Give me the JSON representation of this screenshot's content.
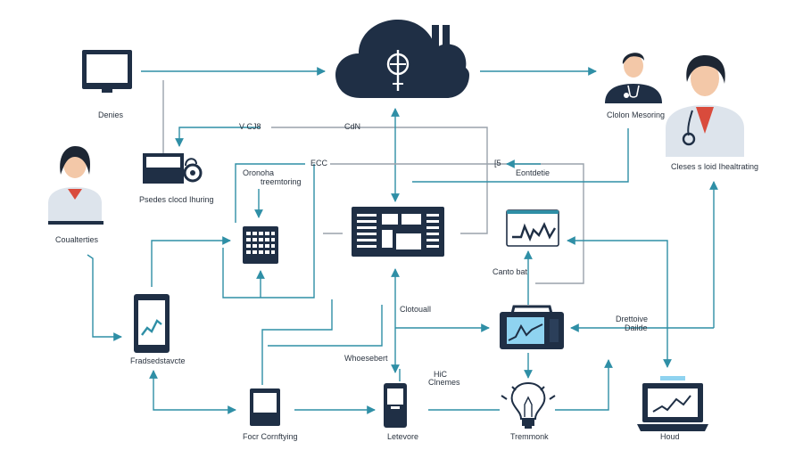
{
  "colors": {
    "navy": "#1f2f45",
    "teal": "#2f8fa6",
    "gray": "#9aa2ac",
    "skin": "#f3c8a8",
    "hair": "#1d2633",
    "coat": "#dde4ec",
    "red": "#d94b3c",
    "screen": "#8fd3f0"
  },
  "nodes": {
    "devices": {
      "label": "Denies",
      "icon": "desktop-monitor-icon"
    },
    "cloud": {
      "label": "",
      "icon": "cloud-server-icon"
    },
    "doctor_1": {
      "label": "Clolon Mesoring",
      "icon": "doctor-stethoscope-icon"
    },
    "doctor_2": {
      "label": "Cleses s loid Ihealtrating",
      "icon": "female-doctor-icon"
    },
    "printer": {
      "label": "Psedes clocd Ihuring",
      "icon": "printer-icon"
    },
    "nurse": {
      "label": "Coualterties",
      "icon": "nurse-icon"
    },
    "keypad": {
      "label": "",
      "icon": "keypad-icon"
    },
    "hub": {
      "label": "",
      "icon": "data-hub-icon"
    },
    "monitor": {
      "label": "",
      "icon": "vital-monitor-icon"
    },
    "tablet": {
      "label": "Fradsedstavcte",
      "icon": "tablet-chart-icon"
    },
    "vitals": {
      "label": "",
      "icon": "patient-monitor-icon"
    },
    "smallpad": {
      "label": "Focr Cornftying",
      "icon": "small-tablet-icon"
    },
    "phone": {
      "label": "Letevore",
      "icon": "smartphone-icon"
    },
    "bulb": {
      "label": "Tremmonk",
      "icon": "lightbulb-icon"
    },
    "laptop": {
      "label": "Houd",
      "icon": "laptop-chart-icon"
    }
  },
  "edge_labels": {
    "vcd": "V CJ8",
    "cdn": "CdN",
    "ecc": "ECC",
    "bracket": "[5",
    "monitoring_1": "Oronoha",
    "monitoring_2": "treemtoring",
    "eontdetie": "Eontdetie",
    "cantobat": "Canto bat",
    "clotoual": "Clotouall",
    "whoesebert": "Whoesebert",
    "hic_1": "HiC",
    "hic_2": "Clnemes",
    "drettoive_1": "Drettoive",
    "drettoive_2": "Dailde"
  }
}
